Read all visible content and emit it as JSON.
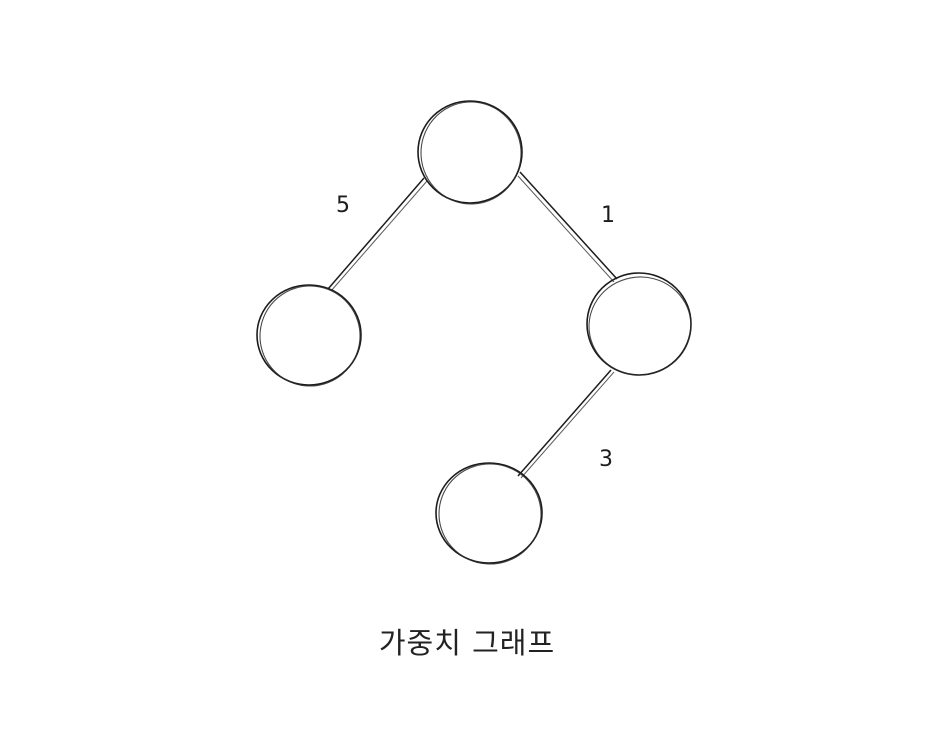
{
  "graph": {
    "nodes": [
      {
        "id": "root"
      },
      {
        "id": "left"
      },
      {
        "id": "right"
      },
      {
        "id": "bottom"
      }
    ],
    "edges": [
      {
        "from": "root",
        "to": "left",
        "weight": "5"
      },
      {
        "from": "root",
        "to": "right",
        "weight": "1"
      },
      {
        "from": "right",
        "to": "bottom",
        "weight": "3"
      }
    ]
  },
  "caption": "가중치 그래프"
}
